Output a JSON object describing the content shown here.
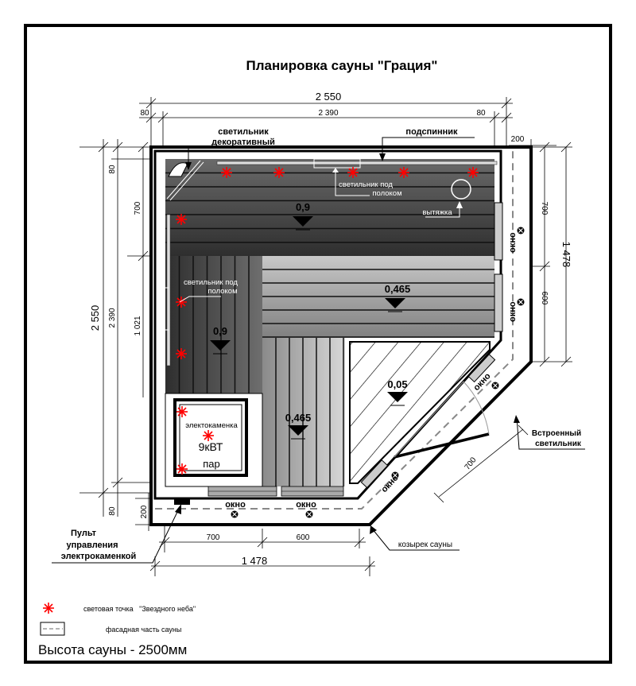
{
  "title": "Планировка сауны \"Грация\"",
  "dimensions": {
    "top_total": "2 550",
    "top_left_offset": "80",
    "top_inner": "2 390",
    "top_right_offset": "80",
    "left_total": "2 550",
    "left_inner": "2 390",
    "left_top_offset": "80",
    "left_bottom_offset": "80",
    "left_upper_bench": "700",
    "left_lower_bench": "1 021",
    "right_facade": "200",
    "right_window_1": "700",
    "right_window_2": "600",
    "right_total": "1 478",
    "bottom_facade": "200",
    "bottom_window_1": "700",
    "bottom_window_2": "600",
    "bottom_total": "1 478",
    "door_width": "700"
  },
  "labels": {
    "decor_lamp_line1": "светильник",
    "decor_lamp_line2": "декоративный",
    "backrest": "подспинник",
    "lamp_under_shelf_top_1": "светильник под",
    "lamp_under_shelf_top_2": "полоком",
    "lamp_under_shelf_left_1": "светильник под",
    "lamp_under_shelf_left_2": "полоком",
    "exhaust": "вытяжка",
    "heater": "электокаменка",
    "heater_power": "9кВТ",
    "heater_type": "пар",
    "builtin_lamp_1": "Встроенный",
    "builtin_lamp_2": "светильник",
    "canopy": "козырек сауны",
    "control_1": "Пульт",
    "control_2": "управления",
    "control_3": "электрокаменкой",
    "window": "окно"
  },
  "levels": {
    "top_bench": "0,9",
    "middle_bench": "0,465",
    "left_bench": "0,9",
    "floor": "0,05",
    "lower_bench": "0,465"
  },
  "legend": {
    "star_point": "световая точка   \"Звездного неба\"",
    "facade": "фасадная часть сауны"
  },
  "height_note": "Высота сауны - 2500мм",
  "colors": {
    "star": "#ff0000",
    "bench_dark": "#3a3a3a",
    "bench_light": "#9a9a9a"
  }
}
